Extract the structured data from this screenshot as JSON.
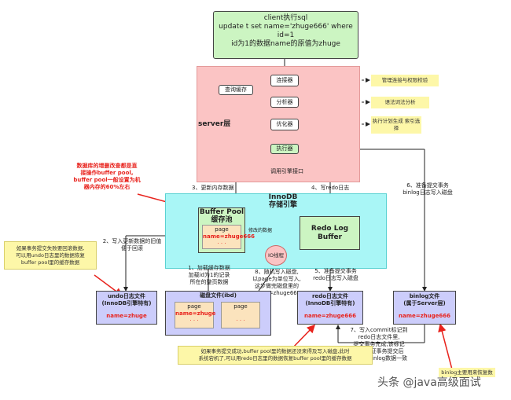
{
  "client": {
    "title": "client执行sql",
    "line2": "update t set name='zhuge666' where id=1",
    "line3": "id为1的数据name的原值为zhuge"
  },
  "server": {
    "label": "server层",
    "query_cache": "查询缓存",
    "connector": "连接器",
    "analyzer": "分析器",
    "optimizer": "优化器",
    "executor": "执行器",
    "engine_interface": "调用引擎接口",
    "note_connector": "管理连接与权限校验",
    "note_analyzer": "语法词法分析",
    "note_optimizer": "执行计划生成\n索引选择"
  },
  "red_note": "数据库的增删改查都是直\n接操作buffer pool,\nbuffer pool一般设置为机\n器内存的60%左右",
  "steps": {
    "s1": "1、加载缓存数据\n加载id为1的记录\n所在的整页数据",
    "s2": "2、写入更新数据的旧值\n便于回滚",
    "s3": "3、更新内存数据",
    "s4": "4、写redo日志",
    "s5": "5、准备提交事务\nredo日志写入磁盘",
    "s6": "6、准备提交事务\nbinlog日志写入磁盘",
    "s7": "7、写入commit标记到\nredo日志文件里,\n提交事务完成,该标记\n为了保证事务提交后\nredo与binlog数据一致",
    "s8": "8、随机写入磁盘,\n以page为单位写入,\n这步做完磁盘里的\nname=zhuge666"
  },
  "innodb": {
    "title": "InnoDB\n存储引擎",
    "buffer_pool": "Buffer Pool\n缓存池",
    "page_label": "page",
    "page_value": "name=zhuge666",
    "dots": "· · ·",
    "modified_data": "修改的数据",
    "io_thread": "IO线程",
    "redo_buffer": "Redo Log\nBuffer"
  },
  "undo_note": "如果事务提交失败要回滚数据,\n可以用undo日志里的数据恢复\nbuffer pool里的缓存数据",
  "undo_file": {
    "title": "undo日志文件\n(InnoDB引擎特有)",
    "value": "name=zhuge"
  },
  "disk": {
    "title": "磁盘文件(ibd)",
    "page_label": "page",
    "page1_value": "name=zhuge",
    "page2_value": "",
    "dots": "· · ·"
  },
  "redo_file": {
    "title": "redo日志文件\n(InnoDB引擎特有)",
    "value": "name=zhuge666"
  },
  "binlog_file": {
    "title": "binlog文件\n(属于Server层)",
    "value": "name=zhuge666"
  },
  "bottom_note": "如果事务提交成功,buffer pool里的数据还没来得及写入磁盘,此时\n系统宕机了,可以用redo日志里的数据恢复buffer pool里的缓存数据",
  "binlog_note": "binlog主要用来恢复数",
  "watermark": "头条 @java高级面试",
  "colors": {
    "client_fill": "#ccf5c2",
    "server_fill": "#fbc4c4",
    "innodb_fill": "#a9f6f6",
    "green_fill": "#ccf5c2",
    "page_fill": "#fbe3bd",
    "purple_fill": "#cccdfb",
    "red_text": "#e8231d",
    "note_fill": "#fdf7a8"
  }
}
